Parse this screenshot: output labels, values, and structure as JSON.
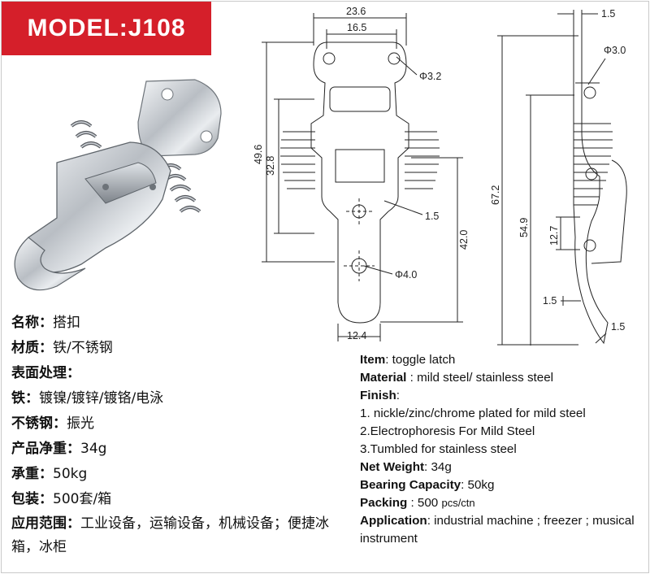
{
  "header": {
    "model": "MODEL:J108"
  },
  "drawing": {
    "dims": {
      "d23_6": "23.6",
      "d16_5": "16.5",
      "phi3_2": "Φ3.2",
      "d49_6": "49.6",
      "d32_8": "32.8",
      "d1_5a": "1.5",
      "d42_0": "42.0",
      "phi4_0": "Φ4.0",
      "d12_4": "12.4",
      "d1_5top": "1.5",
      "phi3_0": "Φ3.0",
      "d67_2": "67.2",
      "d54_9": "54.9",
      "d12_7": "12.7",
      "d1_5mid": "1.5",
      "d1_5bot": "1.5"
    }
  },
  "cn": {
    "name_key": "名称：",
    "name_val": "搭扣",
    "material_key": "材质：",
    "material_val": "铁/不锈钢",
    "surface_key": "表面处理：",
    "iron_key": "铁：",
    "iron_val": "镀镍/镀锌/镀铬/电泳",
    "ss_key": "不锈钢：",
    "ss_val": "振光",
    "weight_key": "产品净重：",
    "weight_val": "34g",
    "load_key": "承重：",
    "load_val": "50kg",
    "pack_key": "包装：",
    "pack_val": "500套/箱",
    "app_key": "应用范围：",
    "app_val": "工业设备，运输设备，机械设备；便捷冰箱，冰柜"
  },
  "en": {
    "item_key": "Item",
    "item_val": ": toggle latch",
    "material_key": "Material",
    "material_val": " : mild steel/ stainless steel",
    "finish_key": "Finish",
    "finish_1": "1. nickle/zinc/chrome plated for mild steel",
    "finish_2": "2.Electrophoresis For Mild Steel",
    "finish_3": "3.Tumbled for stainless steel",
    "weight_key": "Net Weight",
    "weight_val": ": 34g",
    "bearing_key": "Bearing Capacity",
    "bearing_val": ": 50kg",
    "packing_key": "Packing",
    "packing_val": " : 500 ",
    "packing_unit": "pcs/ctn",
    "app_key": "Application",
    "app_val": ": industrial machine ; freezer ; musical instrument"
  }
}
